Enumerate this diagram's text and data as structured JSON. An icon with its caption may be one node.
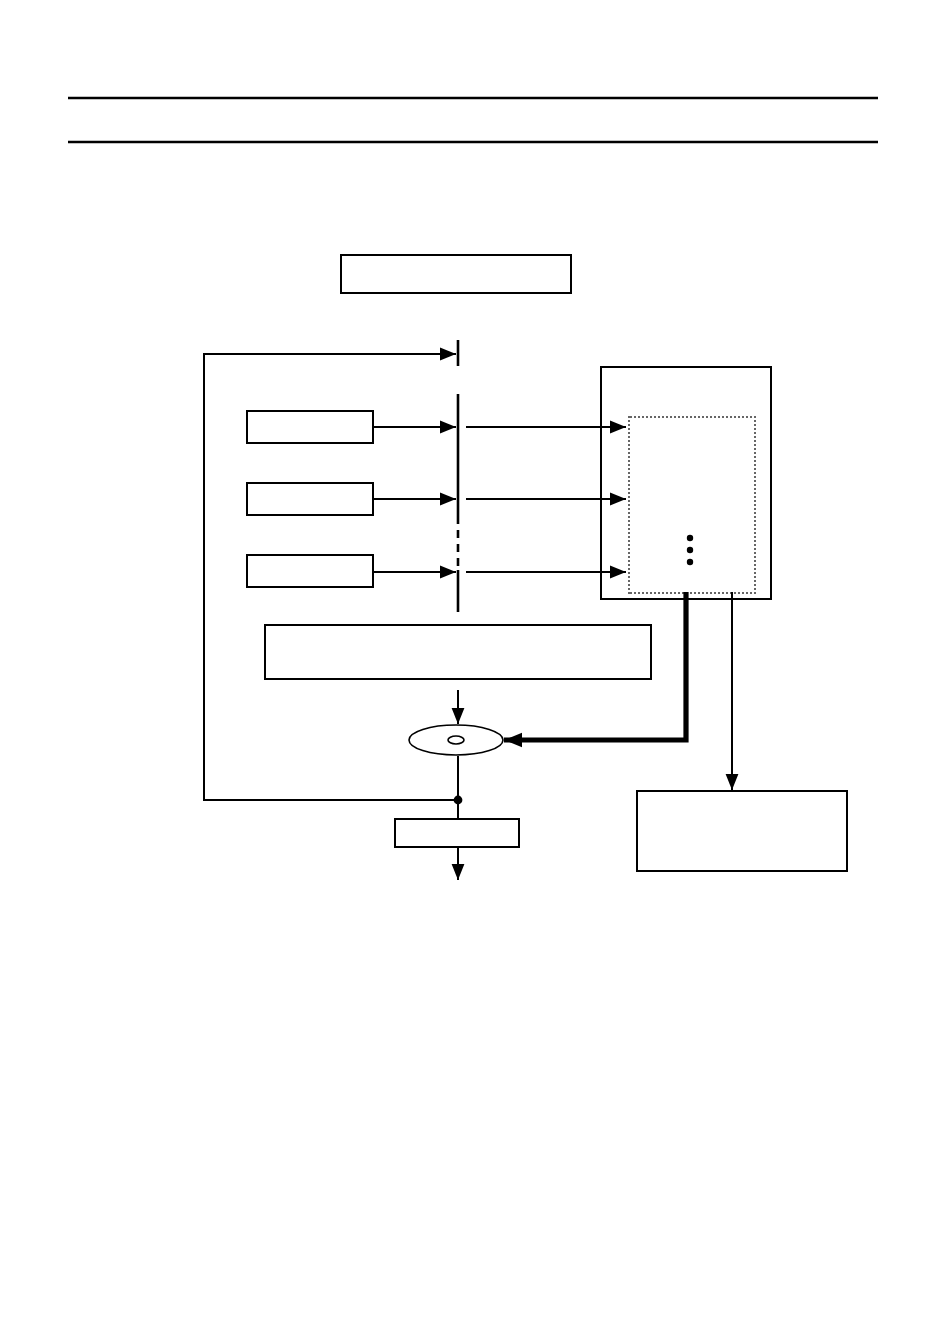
{
  "diagram": {
    "nodes": [
      {
        "text": [],
        "shape": "box"
      },
      {
        "text": [],
        "shape": "bar"
      },
      {
        "text": [],
        "shape": "box"
      },
      {
        "text": [],
        "shape": "box"
      },
      {
        "text": [],
        "shape": "box"
      },
      {
        "text": [],
        "shape": "bar"
      },
      {
        "text": [],
        "shape": "box"
      },
      {
        "text": [],
        "shape": "box",
        "in": 6
      },
      {
        "text": [],
        "shape": "box"
      },
      {
        "text": [],
        "shape": "disc"
      },
      {
        "text": [],
        "shape": "box"
      },
      {
        "text": [],
        "shape": "box"
      }
    ],
    "edges": [
      {
        "from": 2,
        "to": 5,
        "arrow": "to"
      },
      {
        "from": 3,
        "to": 5,
        "arrow": "to"
      },
      {
        "from": 4,
        "to": 5,
        "arrow": "to"
      },
      {
        "from": 5,
        "to": 7,
        "arrow": "to"
      },
      {
        "from": 5,
        "to": 7,
        "arrow": "to"
      },
      {
        "from": 5,
        "to": 7,
        "arrow": "to"
      },
      {
        "from": 7,
        "to": 9,
        "arrow": "to",
        "style": "thick"
      },
      {
        "from": 7,
        "to": 11,
        "arrow": "to"
      },
      {
        "from": 8,
        "to": 9,
        "arrow": "to"
      },
      {
        "from": 9,
        "to": 10,
        "arrow": "none"
      },
      {
        "from": 9,
        "to": 1,
        "arrow": "to"
      },
      {
        "from": 10,
        "to": null,
        "arrow": "to"
      }
    ]
  }
}
